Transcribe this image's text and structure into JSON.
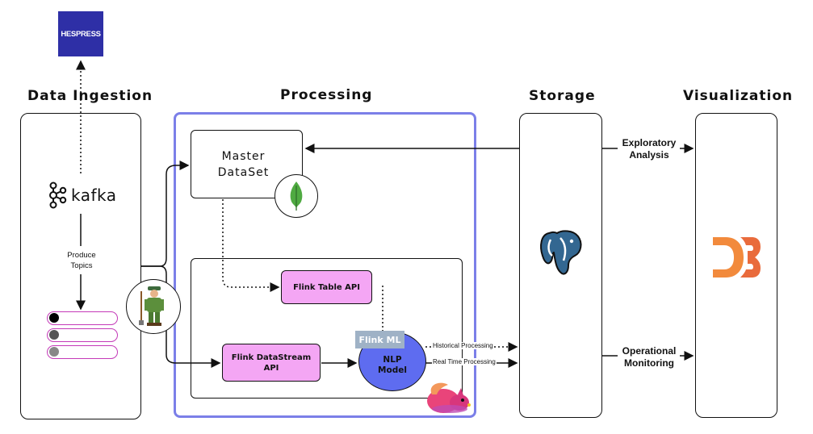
{
  "headings": {
    "ingestion": "Data Ingestion",
    "processing": "Processing",
    "storage": "Storage",
    "visualization": "Visualization"
  },
  "source": {
    "logo_text": "HESPRESS"
  },
  "kafka": {
    "label": "kafka",
    "icon": "kafka-icon"
  },
  "produce_topics": {
    "line1": "Produce",
    "line2": "Topics"
  },
  "master_dataset": {
    "line1": "Master",
    "line2": "DataSet",
    "icon": "mongodb-leaf-icon"
  },
  "flink_table": "Flink Table API",
  "flink_datastream": {
    "line1": "Flink DataStream",
    "line2": "API"
  },
  "flink_ml": "Flink ML",
  "nlp_model": {
    "line1": "NLP",
    "line2": "Model"
  },
  "flows": {
    "historical": "Historical Processing",
    "realtime": "Real Time Processing",
    "exploratory_line1": "Exploratory",
    "exploratory_line2": "Analysis",
    "operational_line1": "Operational",
    "operational_line2": "Monitoring"
  },
  "icons": {
    "storage": "postgresql-elephant-icon",
    "visualization": "d3-logo-icon",
    "consumer": "consumer-figure-icon",
    "flink": "flink-squirrel-icon"
  },
  "colors": {
    "processing_border": "#7b7fe8",
    "pink": "#f4a6f4",
    "nlp_blue": "#5e6cf0",
    "flink_ml_bg": "#9fb2c6",
    "hespress_blue": "#2e2fa6",
    "d3_orange": "#f28a3c",
    "postgres_blue": "#336791",
    "mongo_green": "#4faa41"
  }
}
